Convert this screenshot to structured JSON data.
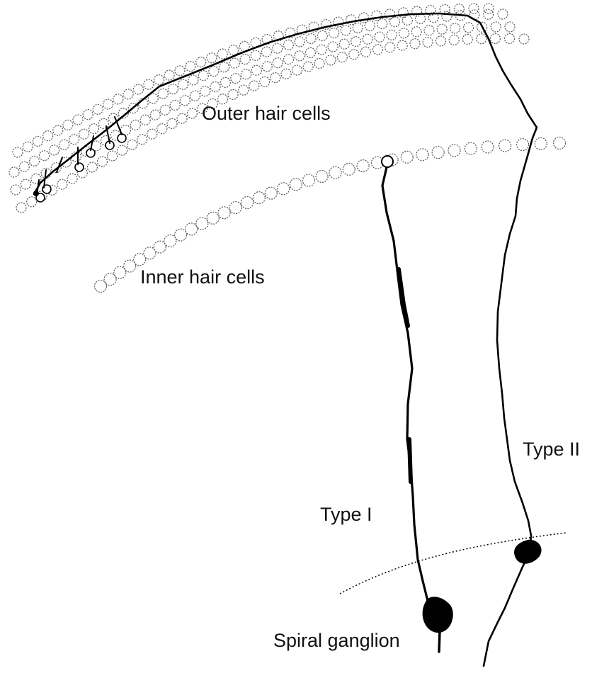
{
  "labels": {
    "outer_hair_cells": "Outer hair cells",
    "inner_hair_cells": "Inner hair cells",
    "type_i": "Type I",
    "type_ii": "Type II",
    "spiral_ganglion": "Spiral ganglion"
  },
  "colors": {
    "ink": "#000000",
    "cell_outline": "#555555",
    "label": "#111111"
  }
}
